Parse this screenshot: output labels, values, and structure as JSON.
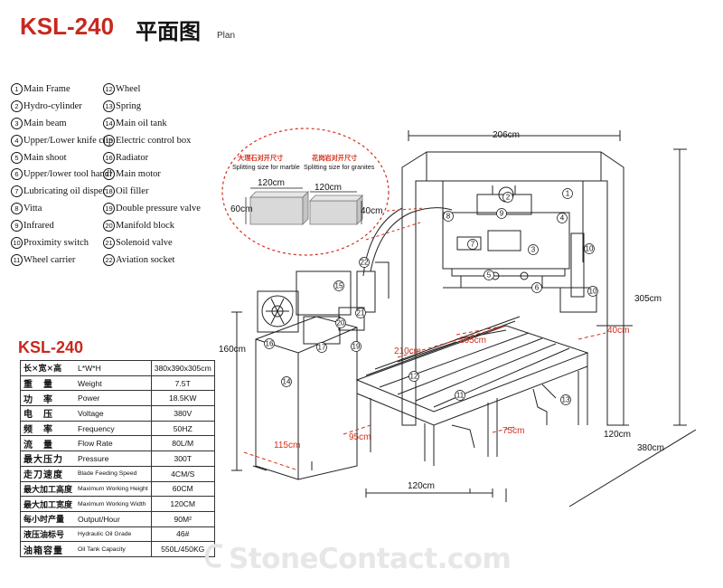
{
  "header": {
    "model": "KSL-240",
    "title_cn": "平面图",
    "title_en": "Plan"
  },
  "parts_left": [
    {
      "num": "1",
      "label": "Main Frame"
    },
    {
      "num": "2",
      "label": "Hydro-cylinder"
    },
    {
      "num": "3",
      "label": "Main beam"
    },
    {
      "num": "4",
      "label": "Upper/Lower knife clip"
    },
    {
      "num": "5",
      "label": "Main shoot"
    },
    {
      "num": "6",
      "label": "Upper/lower tool handl"
    },
    {
      "num": "7",
      "label": "Lubricating oil disper"
    },
    {
      "num": "8",
      "label": "Vitta"
    },
    {
      "num": "9",
      "label": "Infrared"
    },
    {
      "num": "10",
      "label": "Proximity switch"
    },
    {
      "num": "11",
      "label": "Wheel carrier"
    }
  ],
  "parts_right": [
    {
      "num": "12",
      "label": "Wheel"
    },
    {
      "num": "13",
      "label": "Spring"
    },
    {
      "num": "14",
      "label": "Main oil tank"
    },
    {
      "num": "15",
      "label": "Electric control box"
    },
    {
      "num": "16",
      "label": "Radiator"
    },
    {
      "num": "17",
      "label": "Main motor"
    },
    {
      "num": "18",
      "label": "Oil filler"
    },
    {
      "num": "19",
      "label": "Double pressure valve"
    },
    {
      "num": "20",
      "label": "Manifold block"
    },
    {
      "num": "21",
      "label": "Solenoid valve"
    },
    {
      "num": "22",
      "label": "Aviation socket"
    }
  ],
  "spec_title": "KSL-240",
  "specs": [
    {
      "cn": "长×宽×高",
      "en": "L*W*H",
      "value": "380x390x305cm"
    },
    {
      "cn": "重　量",
      "en": "Weight",
      "value": "7.5T"
    },
    {
      "cn": "功　率",
      "en": "Power",
      "value": "18.5KW"
    },
    {
      "cn": "电　压",
      "en": "Voltage",
      "value": "380V"
    },
    {
      "cn": "频　率",
      "en": "Frequency",
      "value": "50HZ"
    },
    {
      "cn": "流　量",
      "en": "Flow Rate",
      "value": "80L/M"
    },
    {
      "cn": "最大压力",
      "en": "Pressure",
      "value": "300T"
    },
    {
      "cn": "走刀速度",
      "en": "Blade Feeding Speed",
      "value": "4CM/S"
    },
    {
      "cn": "最大加工高度",
      "en": "Maximum Working Height",
      "value": "60CM"
    },
    {
      "cn": "最大加工宽度",
      "en": "Maximum Working Width",
      "value": "120CM"
    },
    {
      "cn": "每小时产量",
      "en": "Output/Hour",
      "value": "90M²"
    },
    {
      "cn": "液压油标号",
      "en": "Hydraulic Oil Grade",
      "value": "46#"
    },
    {
      "cn": "油箱容量",
      "en": "Oil Tank Capacity",
      "value": "550L/450KG"
    }
  ],
  "callout": {
    "marble_cn": "大理石对开尺寸",
    "marble_en": "Splitting size for marble",
    "granite_cn": "花岗岩对开尺寸",
    "granite_en": "Splitting size for granites",
    "marble_w": "120cm",
    "granite_w": "120cm",
    "marble_h": "60cm",
    "granite_h": "40cm"
  },
  "dimensions": {
    "frame_width": "206cm",
    "overall_height": "305cm",
    "tank_height": "160cm",
    "rail_210": "210cm",
    "rail_165": "165cm",
    "right_40": "40cm",
    "base_115": "115cm",
    "base_95": "95cm",
    "base_75": "75cm",
    "right_120": "120cm",
    "depth": "380cm",
    "bottom_120": "120cm"
  },
  "watermark": "StoneContact.com",
  "colors": {
    "title_red": "#c8281e",
    "dim_red": "#d2301c",
    "line": "#222222"
  }
}
